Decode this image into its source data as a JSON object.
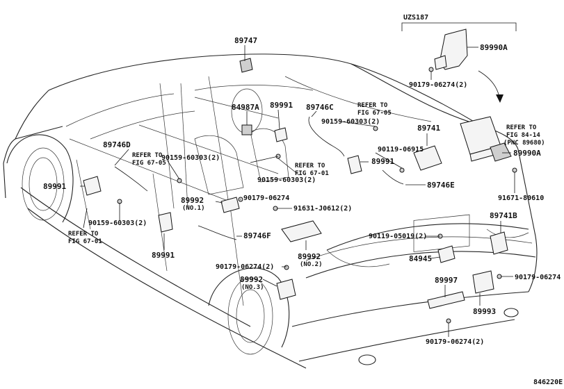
{
  "diagram_code": "846220E",
  "variant_label": "UZS187",
  "labels": {
    "p89747": "89747",
    "p89990A_top": "89990A",
    "p90179_06274_2_top": "90179-06274(2)",
    "p84987A": "84987A",
    "p89991_top": "89991",
    "p89746C": "89746C",
    "ref_67_05_right_l1": "REFER TO",
    "ref_67_05_right_l2": "FIG 67-05",
    "p90159_60303_2_right": "90159-60303(2)",
    "p89741": "89741",
    "p90119_06915": "90119-06915",
    "p89991_mid_right": "89991",
    "p89746E": "89746E",
    "ref_84_14_l1": "REFER TO",
    "ref_84_14_l2": "FIG 84-14",
    "ref_84_14_l3": "(PNC 89680)",
    "p89990A_bottom": "89990A",
    "p91671_80610": "91671-80610",
    "p89746D": "89746D",
    "ref_67_05_left_l1": "REFER TO",
    "ref_67_05_left_l2": "FIG 67-05",
    "p90159_60303_2_center": "90159-60303(2)",
    "ref_67_01_center_l1": "REFER TO",
    "ref_67_01_center_l2": "FIG 67-01",
    "p90159_60303_2_center_low": "90159-60303(2)",
    "p89991_left": "89991",
    "p89992_no1": "89992",
    "no1": "(NO.1)",
    "p90179_06274_center": "90179-06274",
    "p91631_J0612_2": "91631-J0612(2)",
    "p90159_60303_2_left": "90159-60303(2)",
    "ref_67_01_left_l1": "REFER TO",
    "ref_67_01_left_l2": "FIG 67-01",
    "p89746F": "89746F",
    "p89991_bottom_left": "89991",
    "p89992_no2": "89992",
    "no2": "(NO.2)",
    "p89741B": "89741B",
    "p90119_05019_2": "90119-05019(2)",
    "p84945": "84945",
    "p90179_06274_2_mid": "90179-06274(2)",
    "p89992_no3": "89992",
    "no3": "(NO.3)",
    "p89997": "89997",
    "p90179_06274_right": "90179-06274",
    "p89993": "89993",
    "p90179_06274_2_bottom": "90179-06274(2)"
  }
}
